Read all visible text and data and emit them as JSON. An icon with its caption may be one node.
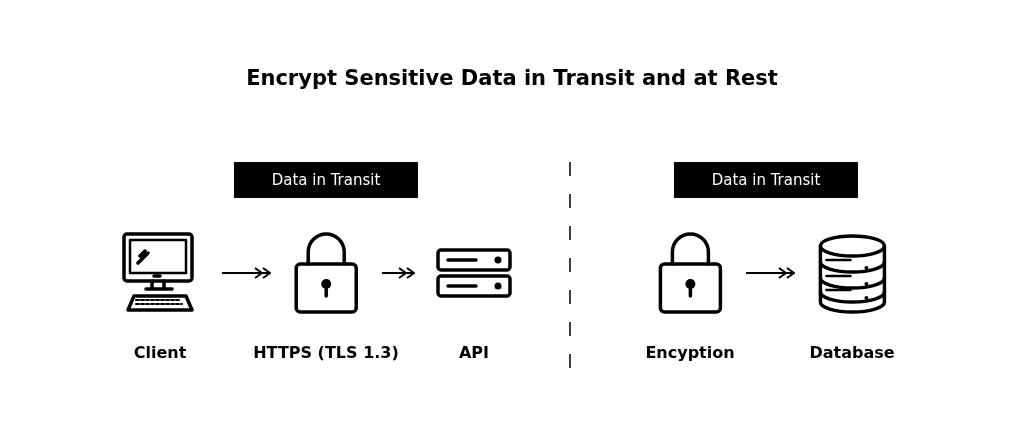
{
  "diagram": {
    "title": "Encrypt Sensitive Data in Transit and at Rest",
    "nodes": [
      {
        "text": [
          "Client"
        ]
      },
      {
        "text": [
          "HTTPS (TLS 1.3)"
        ]
      },
      {
        "text": [
          "API"
        ]
      },
      {
        "text": [
          "Encyption"
        ]
      },
      {
        "text": [
          "Database"
        ]
      }
    ],
    "edges": [
      {
        "from": 0,
        "to": 1,
        "arrow": "to"
      },
      {
        "from": 1,
        "to": 2,
        "arrow": "to"
      },
      {
        "from": 3,
        "to": 4,
        "arrow": "to"
      }
    ],
    "labels": [
      "Data in Transit",
      "Data in Transit"
    ]
  }
}
